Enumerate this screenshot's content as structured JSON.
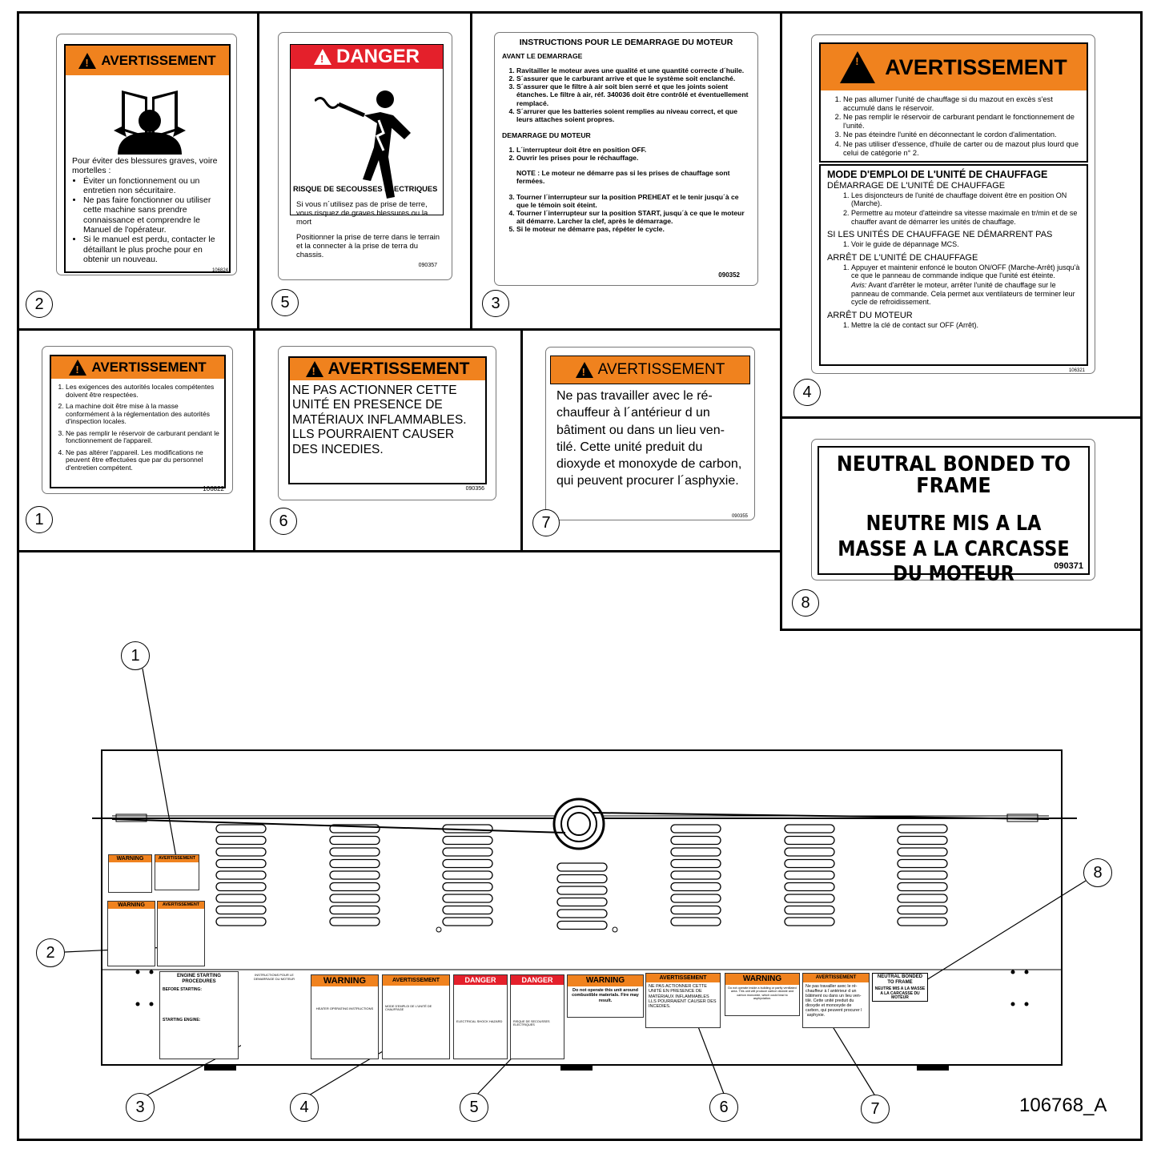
{
  "diagram_id": "106768_A",
  "labels": {
    "l1": {
      "number": "1",
      "header": "AVERTISSEMENT",
      "items": [
        "Les exigences des autorités locales compétentes doivent être respectées.",
        "La machine doit être mise à la masse conformément à la réglementation des autorités d'inspection locales.",
        "Ne pas remplir le réservoir de carburant pendant le fonctionnement de l'appareil.",
        "Ne pas altérer l'appareil. Les modifications ne peuvent être effectuées que par du personnel d'entretien compétent."
      ],
      "code": "106822"
    },
    "l2": {
      "number": "2",
      "header": "AVERTISSEMENT",
      "intro": "Pour éviter des blessures graves, voire mortelles :",
      "bullets": [
        "Éviter un fonctionnement ou un entretien non sécuritaire.",
        "Ne pas faire fonctionner ou utiliser cette machine sans prendre connaissance et comprendre le Manuel de l'opérateur.",
        "Si le manuel est perdu, contacter le détaillant le plus proche pour en obtenir un nouveau."
      ],
      "code": "106824"
    },
    "l3": {
      "number": "3",
      "title": "INSTRUCTIONS POUR LE DEMARRAGE DU MOTEUR",
      "section1": "AVANT LE DEMARRAGE",
      "items1": [
        "Ravitailler le moteur aves une qualité et une quantité correcte d´huile.",
        "S´assurer que le carburant arrive et que le système soit enclanché.",
        "S´assurer que le filtre à air soit bien serré et que les joints soient étanches. Le filtre à air, réf. 340036 doit être contrôlé et éventuellement remplacé.",
        "S´arrurer que les batteries soient remplies au niveau correct, et que leurs attaches soient propres."
      ],
      "section2": "DEMARRAGE DU MOTEUR",
      "items2": [
        "L´interrupteur doit être en position OFF.",
        "Ouvrir les prises pour le réchauffage."
      ],
      "note": "NOTE :    Le moteur ne démarre pas si les prises de chauffage sont fermées.",
      "items3": [
        "Tourner l´interrupteur sur la position PREHEAT et le tenir jusqu´à ce que le témoin soit éteint.",
        "Tourner l´interrupteur sur la position START, jusqu´à ce que le moteur ait démarre. Larcher la clef, après le démarrage.",
        "Si le moteur ne démarre pas, répéter le cycle."
      ],
      "code": "090352"
    },
    "l4": {
      "number": "4",
      "header": "AVERTISSEMENT",
      "items1": [
        "Ne pas allumer l'unité de chauffage si du mazout en excès s'est accumulé dans le réservoir.",
        "Ne pas remplir le réservoir de carburant pendant le fonctionnement de l'unité.",
        "Ne pas éteindre l'unité en déconnectant le cordon d'alimentation.",
        "Ne pas utiliser d'essence, d'huile de carter ou de mazout plus lourd que celui de catégorie n° 2."
      ],
      "mode_title": "MODE D'EMPLOI DE L'UNITÉ DE CHAUFFAGE",
      "s1": "DÉMARRAGE DE L'UNITÉ DE CHAUFFAGE",
      "s1_items": [
        "Les disjoncteurs de l'unité de chauffage doivent être en position ON (Marche).",
        "Permettre au moteur d'atteindre sa vitesse maximale en tr/min et de se chauffer avant de démarrer les unités de chauffage."
      ],
      "s2": "SI LES UNITÉS DE CHAUFFAGE NE DÉMARRENT PAS",
      "s2_items": [
        "Voir le guide de dépannage MCS."
      ],
      "s3": "ARRÊT DE L'UNITÉ DE CHAUFFAGE",
      "s3_items": [
        "Appuyer et maintenir enfoncé le bouton ON/OFF (Marche-Arrêt) jusqu'à ce que le panneau de commande indique que l'unité est éteinte."
      ],
      "avis_label": "Avis:",
      "avis": " Avant d'arrêter le moteur, arrêter l'unité de chauffage sur le panneau de commande. Cela permet aux ventilateurs de terminer leur cycle de refroidissement.",
      "s4": "ARRÊT DU MOTEUR",
      "s4_items": [
        "Mettre la clé de contact sur OFF (Arrêt)."
      ],
      "code": "106321"
    },
    "l5": {
      "number": "5",
      "header": "DANGER",
      "title": "RISQUE DE SECOUSSES ELECTRIQUES",
      "p1": "Si vous n´utilisez pas de prise de terre, vous risquez de graves blessures ou la mort",
      "p2": "Positionner la prise de terre dans le terrain et la connecter à la prise de terra du chassis.",
      "code": "090357"
    },
    "l6": {
      "number": "6",
      "header": "AVERTISSEMENT",
      "text": "NE PAS ACTIONNER CETTE UNITÉ EN PRESENCE DE MATÉRIAUX INFLAMMABLES. LLS POURRAIENT CAUSER DES INCEDIES.",
      "code": "090356"
    },
    "l7": {
      "number": "7",
      "header": "AVERTISSEMENT",
      "text": "Ne pas travailler avec le ré-chauffeur à l´antérieur d un bâtiment ou dans un lieu ven-tilé. Cette unité preduit du dioxyde et monoxyde de carbon, qui peuvent procurer l´asphyxie.",
      "code": "090355"
    },
    "l8": {
      "number": "8",
      "en": "NEUTRAL BONDED TO FRAME",
      "fr": "NEUTRE MIS A LA MASSE A LA CARCASSE DU MOTEUR",
      "code": "090371"
    }
  },
  "machine": {
    "warning": "WARNING",
    "avertissement": "AVERTISSEMENT",
    "danger": "DANGER",
    "engine_title": "ENGINE STARTING PROCEDURES",
    "engine_before": "BEFORE STARTING:",
    "engine_start": "STARTING ENGINE:",
    "instr_title": "INSTRUCTIONS POUR LE DEMARRAGE DU MOTEUR",
    "heater_title": "HEATER OPERATING INSTRUCTIONS",
    "mode_title": "MODE D'EMPLOI DE L'UNITÉ DE CHAUFFAGE",
    "shock": "ELECTRICAL SHOCK HAZARD",
    "risque": "RISQUE DE SECOUSSES ELECTRIQUES",
    "combustible": "Do not operate this unit around combustible materials. Fire may result.",
    "inside": "Do not operate inside a building or partly ventilated area. This unit will produce carbon dioxide and carbon monoxide, which could lead to asphyxiation.",
    "neutral_en": "NEUTRAL BONDED TO FRAME",
    "neutral_fr": "NEUTRE MIS A LA MASSE A LA CARCASSE DU MOTEUR",
    "ne_pas": "NE PAS ACTIONNER CETTE UNITÉ EN PRESENCE DE MATÉRIAUX INFLAMMABLES LLS POURRAIENT CAUSER DES INCEDIES.",
    "ne_pas_trav": "Ne pas travailler avec le ré-chauffeur à l´antérieur d un bâtiment ou dans un lieu ven-tilé. Cette unité preduit du dioxyde et monoxyde de carbon, qui peuvent procurer l´asphyxie."
  },
  "callouts": [
    "1",
    "2",
    "3",
    "4",
    "5",
    "6",
    "7",
    "8"
  ],
  "colors": {
    "orange": "#f0821e",
    "red": "#e4202b"
  }
}
